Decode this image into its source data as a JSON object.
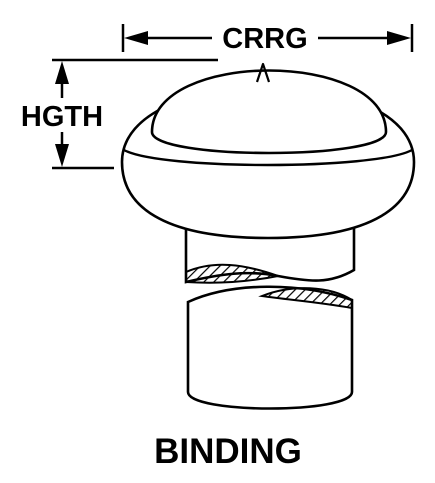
{
  "labels": {
    "width_dimension": "CRRG",
    "height_dimension": "HGTH",
    "caption": "BINDING"
  },
  "colors": {
    "stroke": "#000000",
    "fill": "#ffffff"
  }
}
